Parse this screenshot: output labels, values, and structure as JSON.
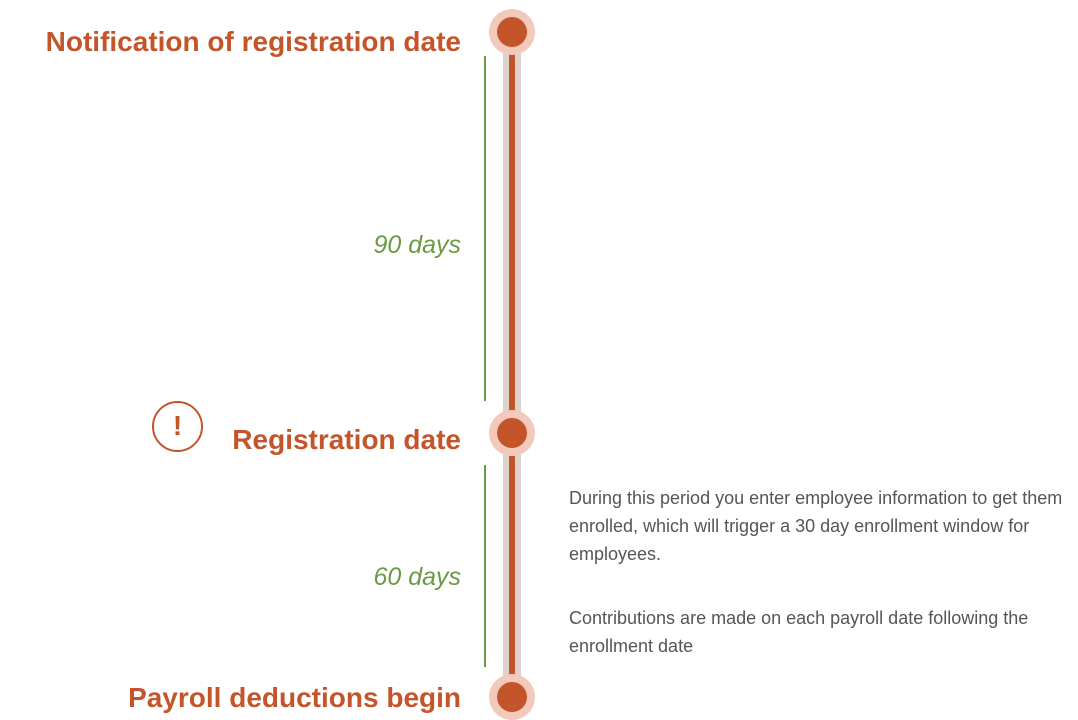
{
  "milestones": [
    {
      "label": "Notification of registration date"
    },
    {
      "label": "Registration date",
      "icon": "exclamation-circle-icon",
      "icon_text": "!"
    },
    {
      "label": "Payroll deductions begin"
    }
  ],
  "periods": [
    {
      "label": "90 days"
    },
    {
      "label": "60 days"
    }
  ],
  "description": {
    "paragraph_1": "During this period you enter employee information to get them enrolled, which will trigger a 30 day enrollment window for employees.",
    "paragraph_2": "Contributions are made on each payroll date following the enrollment date"
  },
  "colors": {
    "accent": "#c4552b",
    "halo": "#f2c9bb",
    "track": "#dcd3cc",
    "period": "#6a9a44",
    "body_text": "#555555"
  }
}
